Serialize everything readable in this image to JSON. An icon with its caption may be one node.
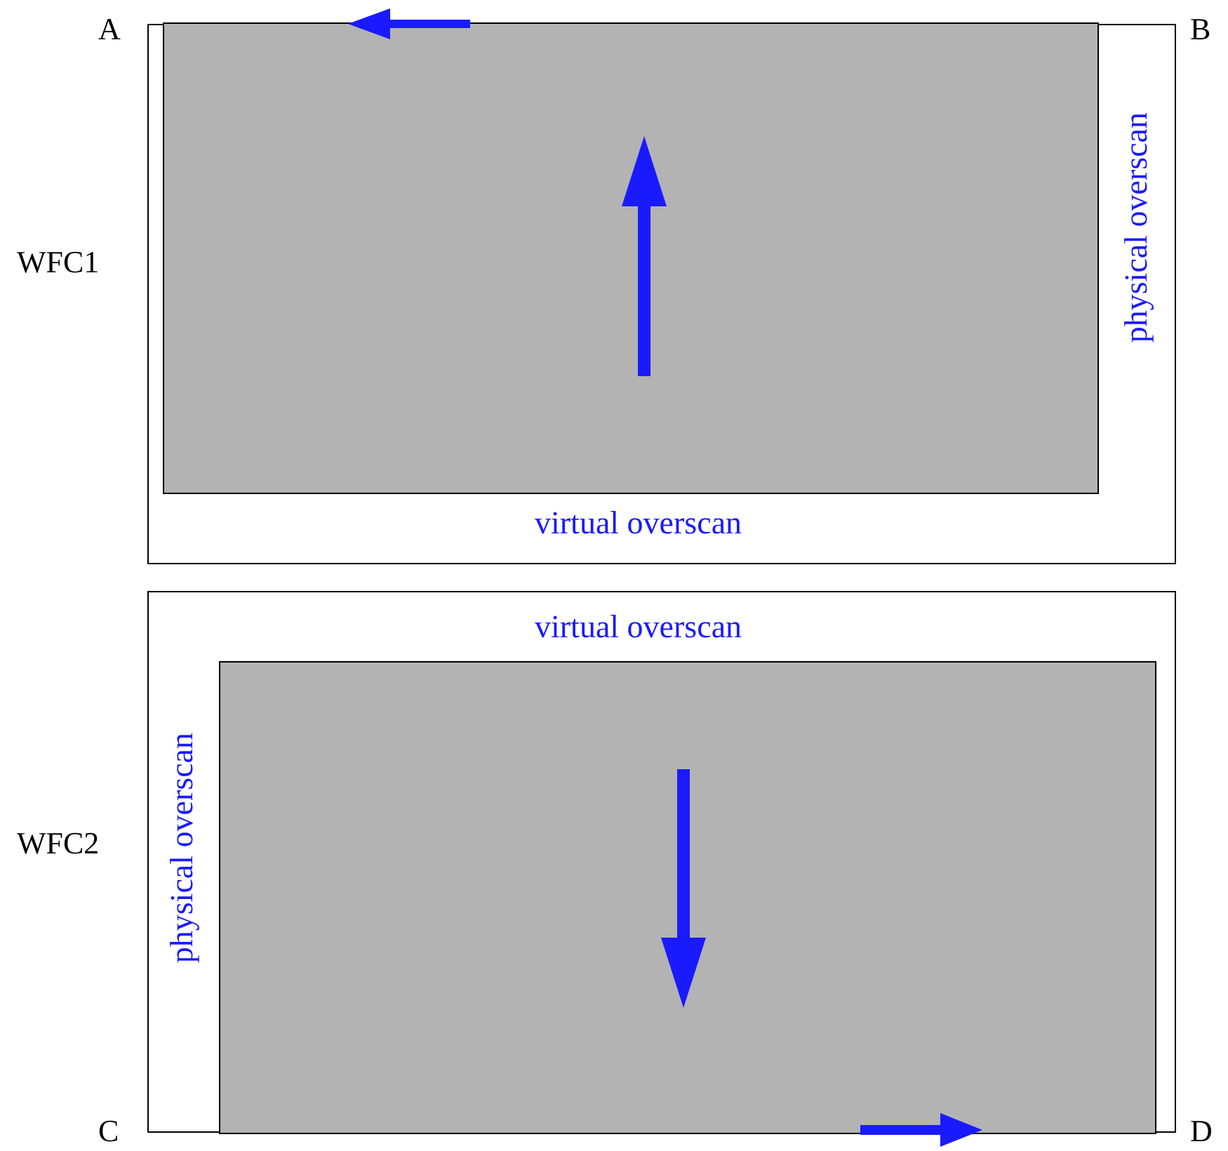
{
  "diagram": {
    "nodes": [
      {
        "text": [
          "physical overscan",
          "virtual overscan"
        ],
        "beside": [
          "WFC1"
        ]
      },
      {
        "text": [],
        "shape": "box",
        "in": 0
      },
      {
        "text": [
          "virtual overscan",
          "physical overscan"
        ],
        "beside": [
          "WFC2"
        ]
      },
      {
        "text": [],
        "shape": "box",
        "in": 2
      }
    ],
    "edges": [],
    "labels": [
      "A",
      "B",
      "C",
      "D"
    ]
  }
}
